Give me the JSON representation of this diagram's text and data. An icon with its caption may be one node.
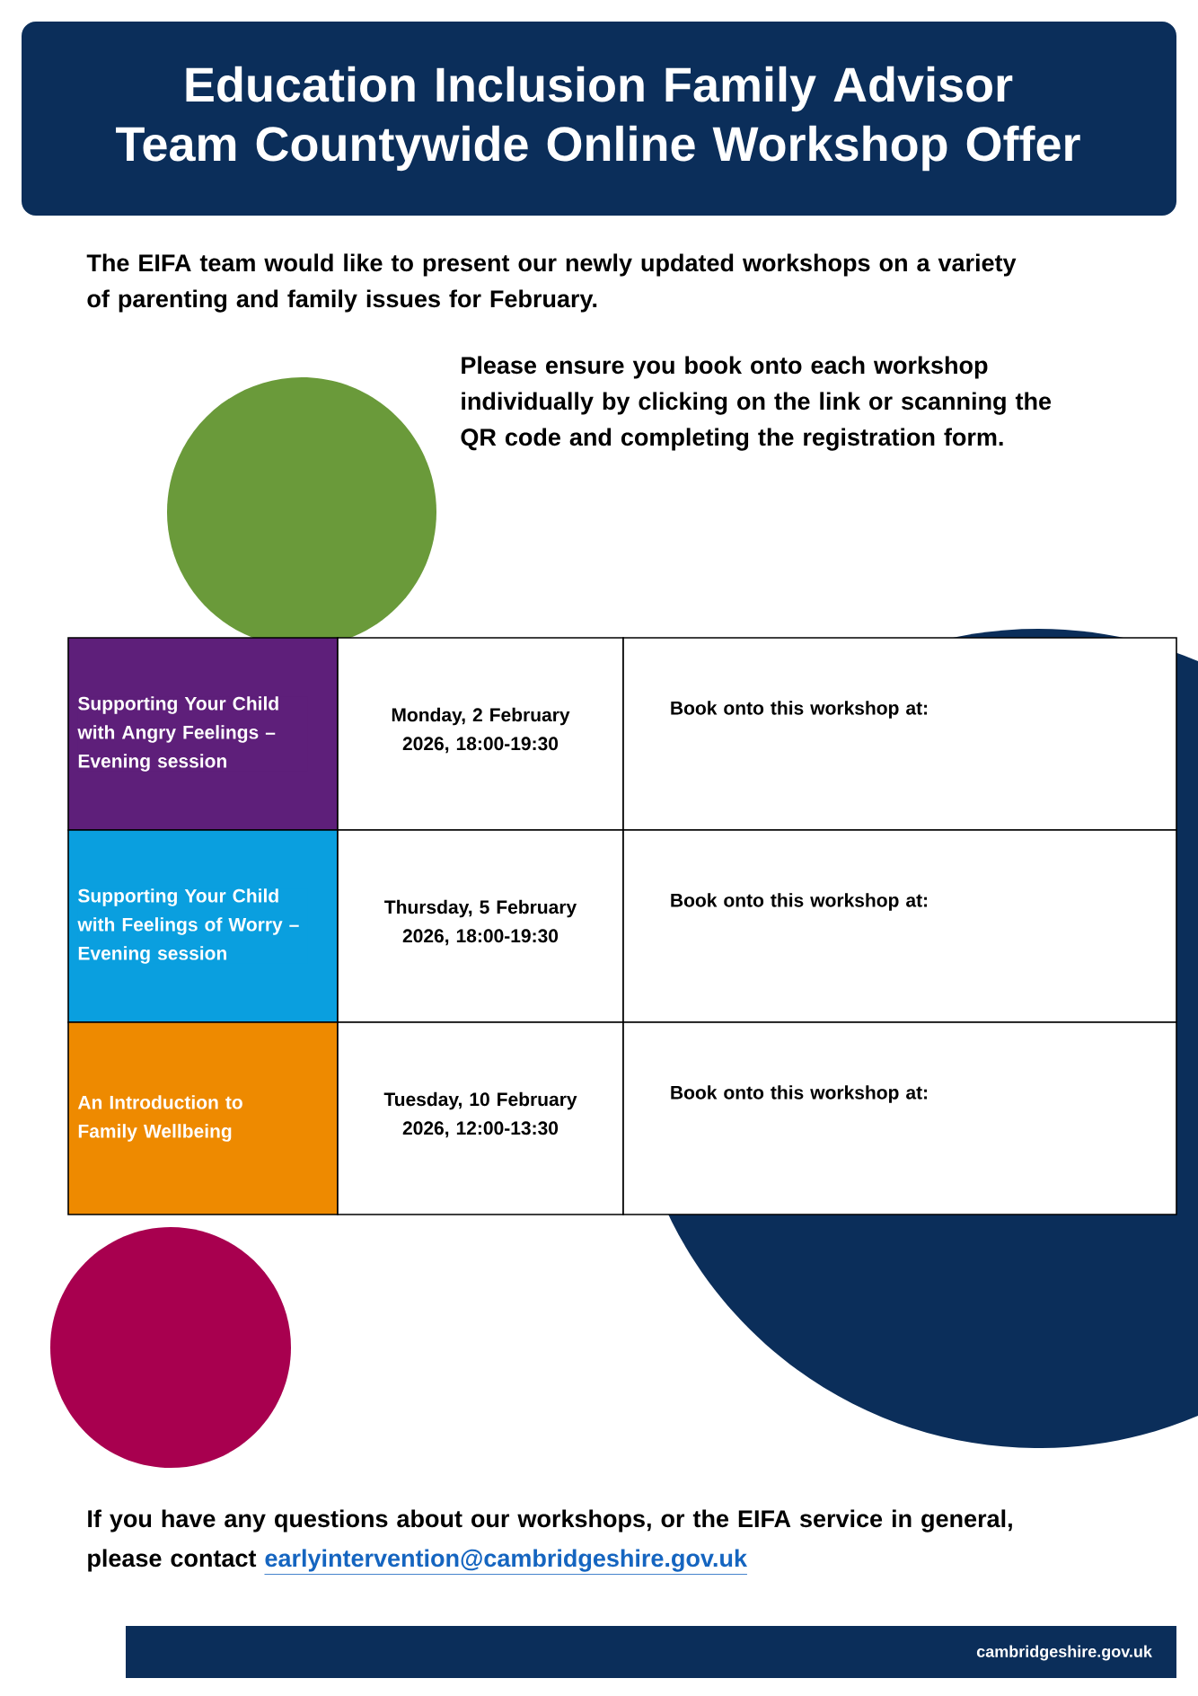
{
  "diagram": {
    "title": "Education Inclusion Family Advisor Team Countywide Online Workshop Offer",
    "labels": [
      "The EIFA team would like to present our newly updated workshops on a variety of parenting and family issues for February.",
      "Please ensure you book onto each workshop individually by clicking on the link or scanning the QR code and completing the registration form.",
      "Supporting Your Child with Angry Feelings – Evening session",
      "Monday, 2 February 2026, 18:00-19:30",
      "Book onto this workshop at:",
      "Supporting Your Child with Feelings of Worry – Evening session",
      "Thursday, 5 February 2026, 18:00-19:30",
      "Book onto this workshop at:",
      "An Introduction to Family Wellbeing",
      "Tuesday, 10 February 2026, 12:00-13:30",
      "Book onto this workshop at:",
      "If you have any questions about our workshops, or the EIFA service in general, please contact",
      "earlyintervention@cambridgeshire.gov.uk",
      "cambridgeshire.gov.uk"
    ]
  }
}
